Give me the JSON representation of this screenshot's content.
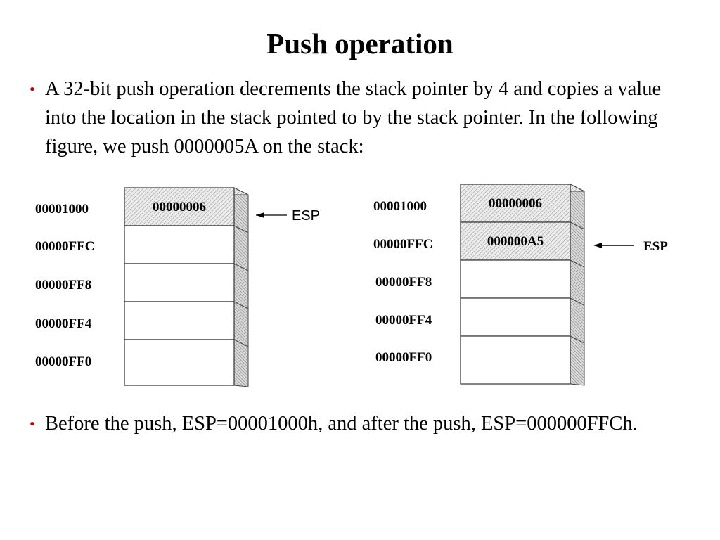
{
  "slide": {
    "title": "Push operation",
    "bullets": [
      "A 32-bit push operation decrements the stack pointer by 4 and copies a value into the location in the stack pointed to by the stack pointer. In the following figure, we push 0000005A on the stack:",
      "Before the push, ESP=00001000h, and after the push, ESP=000000FFCh."
    ],
    "bullet_char": "•"
  },
  "figure": {
    "before": {
      "addresses": [
        "00001000",
        "00000FFC",
        "00000FF8",
        "00000FF4",
        "00000FF0"
      ],
      "values": [
        "00000006",
        "",
        "",
        "",
        ""
      ],
      "esp_label": "ESP"
    },
    "after": {
      "addresses": [
        "00001000",
        "00000FFC",
        "00000FF8",
        "00000FF4",
        "00000FF0"
      ],
      "values": [
        "00000006",
        "000000A5",
        "",
        "",
        ""
      ],
      "esp_label": "ESP"
    }
  }
}
